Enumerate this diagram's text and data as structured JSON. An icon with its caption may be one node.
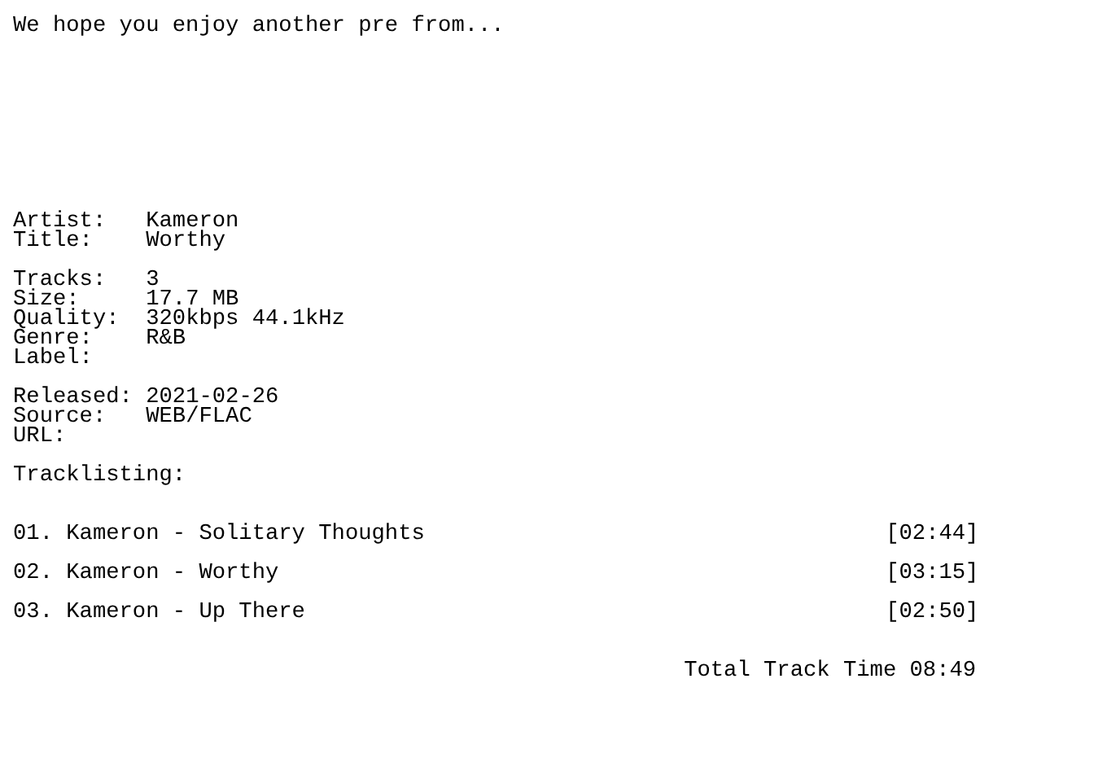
{
  "diagram": {
    "labels": [
      "We hope you enjoy another pre from...",
      "Artist:",
      "Kameron",
      "Title:",
      "Worthy",
      "Tracks:",
      "3",
      "Size:",
      "17.7 MB",
      "Quality:",
      "320kbps 44.1kHz",
      "Genre:",
      "R&B",
      "Label:",
      "Released:",
      "2021-02-26",
      "Source:",
      "WEB/FLAC",
      "URL:",
      "Tracklisting:",
      "01. Kameron - Solitary Thoughts",
      "[02:44]",
      "02. Kameron - Worthy",
      "[03:15]",
      "03. Kameron - Up There",
      "[02:50]",
      "Total Track Time 08:49"
    ]
  }
}
